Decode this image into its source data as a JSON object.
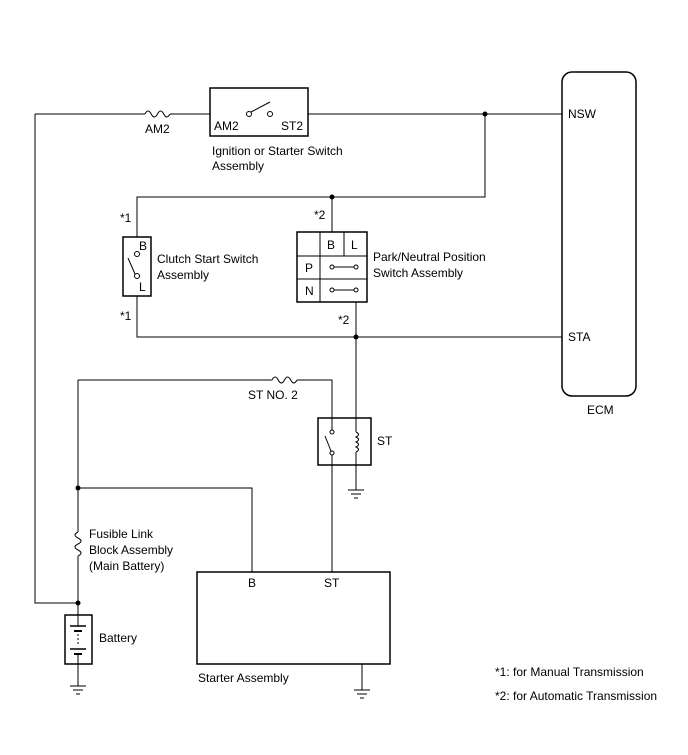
{
  "labels": {
    "am2_fuse": "AM2",
    "ign_am2": "AM2",
    "ign_st2": "ST2",
    "ign_name_1": "Ignition or Starter Switch",
    "ign_name_2": "Assembly",
    "ecm_nsw": "NSW",
    "ecm_sta": "STA",
    "ecm_name": "ECM",
    "clutch_b": "B",
    "clutch_l": "L",
    "clutch_name_1": "Clutch Start Switch",
    "clutch_name_2": "Assembly",
    "note1_top": "*1",
    "note1_bottom": "*1",
    "note2_top": "*2",
    "note2_bottom": "*2",
    "pn_b": "B",
    "pn_l": "L",
    "pn_p": "P",
    "pn_n": "N",
    "pn_name_1": "Park/Neutral Position",
    "pn_name_2": "Switch Assembly",
    "st_fuse": "ST NO. 2",
    "st_relay": "ST",
    "fusible_1": "Fusible Link",
    "fusible_2": "Block Assembly",
    "fusible_3": "(Main Battery)",
    "battery": "Battery",
    "starter_b": "B",
    "starter_st": "ST",
    "starter_name": "Starter Assembly",
    "footnote_1": "*1: for Manual Transmission",
    "footnote_2": "*2: for Automatic Transmission"
  }
}
